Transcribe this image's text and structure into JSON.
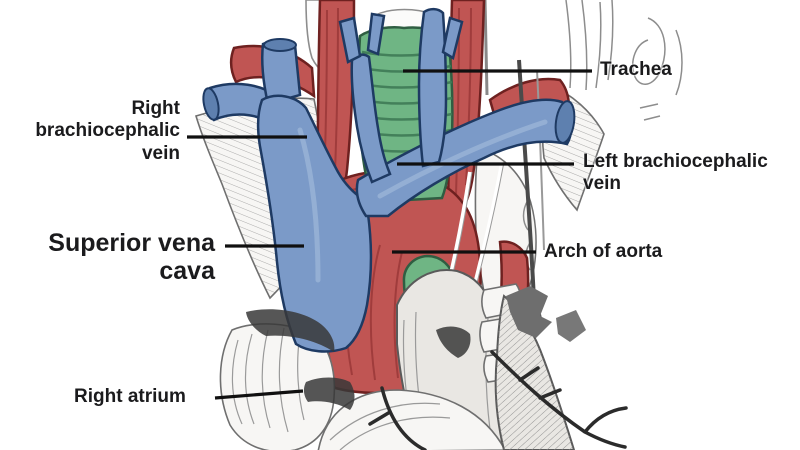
{
  "labels": {
    "trachea": "Trachea",
    "right_brachiocephalic_vein": "Right brachiocephalic vein",
    "left_brachiocephalic_vein": "Left brachiocephalic vein",
    "superior_vena_cava": "Superior vena cava",
    "arch_of_aorta": "Arch of aorta",
    "right_atrium": "Right atrium"
  },
  "colors": {
    "background": "#ffffff",
    "label_text": "#1b1b1d",
    "leader_line": "#101010",
    "vein_fill": "#7b9ac8",
    "vein_outline": "#1e3a63",
    "artery_fill": "#c05553",
    "artery_outline": "#6e2120",
    "trachea_fill": "#6fb584",
    "trachea_outline": "#2f5e42"
  }
}
